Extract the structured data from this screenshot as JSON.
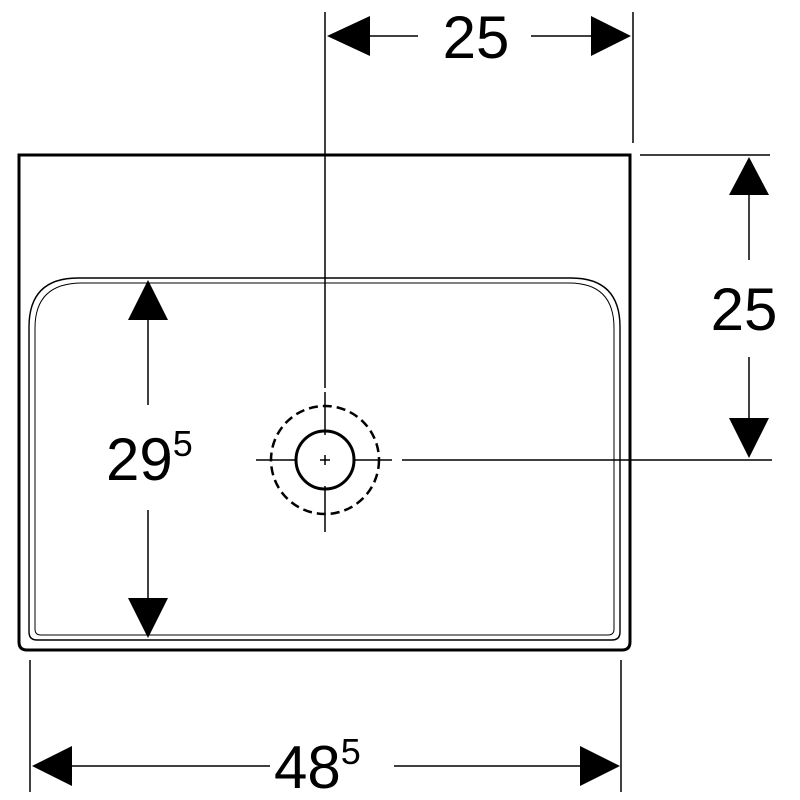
{
  "drawing": {
    "type": "technical-dimension-drawing",
    "subject": "washbasin-top-view",
    "line_color": "#000000",
    "background": "#ffffff"
  },
  "dimensions": {
    "top_offset": {
      "main": "25",
      "sup": ""
    },
    "right_offset": {
      "main": "25",
      "sup": ""
    },
    "inner_depth": {
      "main": "29",
      "sup": "5"
    },
    "overall_width": {
      "main": "48",
      "sup": "5"
    }
  }
}
